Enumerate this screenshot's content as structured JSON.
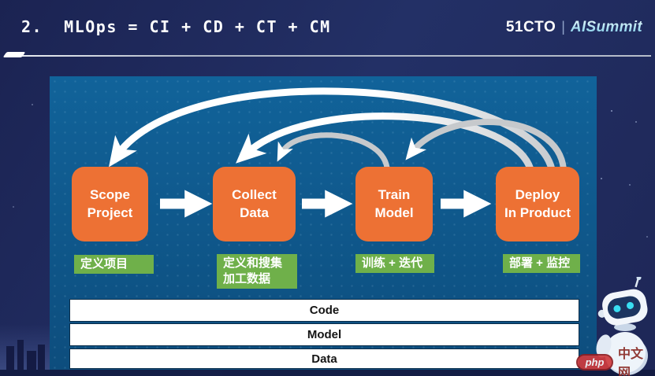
{
  "header": {
    "title": "2.  MLOps = CI + CD + CT + CM",
    "brand_left": "51CTO",
    "brand_separator": "|",
    "brand_right": "AISummit"
  },
  "diagram": {
    "nodes": [
      {
        "title": "Scope\nProject",
        "tag": "定义项目"
      },
      {
        "title": "Collect\nData",
        "tag": "定义和搜集\n加工数据"
      },
      {
        "title": "Train\nModel",
        "tag": "训练 + 迭代"
      },
      {
        "title": "Deploy\nIn Product",
        "tag": "部署 + 监控"
      }
    ],
    "layers": [
      "Code",
      "Model",
      "Data"
    ],
    "colors": {
      "node_bg": "#ED7134",
      "tag_bg": "#6FB04A",
      "panel_top": "#11639A",
      "panel_bottom": "#0D4D7D",
      "slide_bg": "#233066",
      "arrow_white": "#FFFFFF",
      "arrow_gray": "#C6C9CC"
    }
  },
  "watermark": {
    "badge": "php",
    "text": "中文网"
  }
}
